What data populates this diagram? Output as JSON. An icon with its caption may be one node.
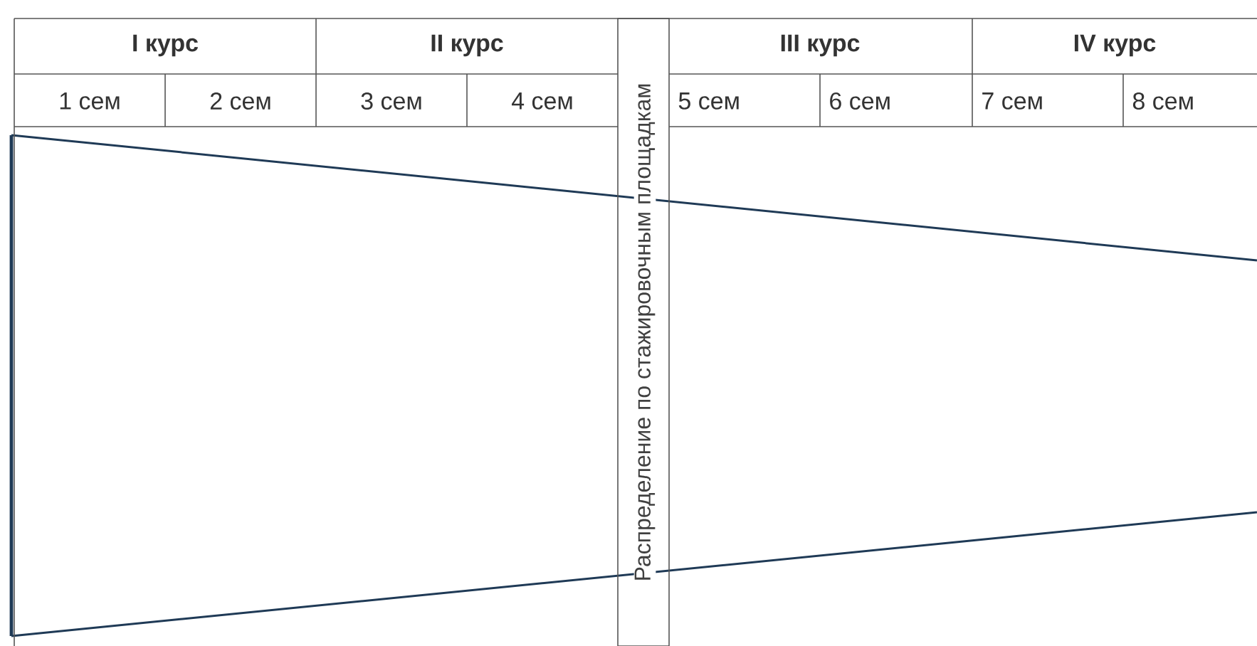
{
  "diagram": {
    "nodes": [
      {
        "text": [
          "Распределение по стажировочным площадкам"
        ]
      }
    ],
    "labels": [
      "I курс",
      "II курс",
      "III курс",
      "IV курс",
      "1 сем",
      "2 сем",
      "3 сем",
      "4 сем",
      "5 сем",
      "6 сем",
      "7 сем",
      "8 сем"
    ]
  }
}
